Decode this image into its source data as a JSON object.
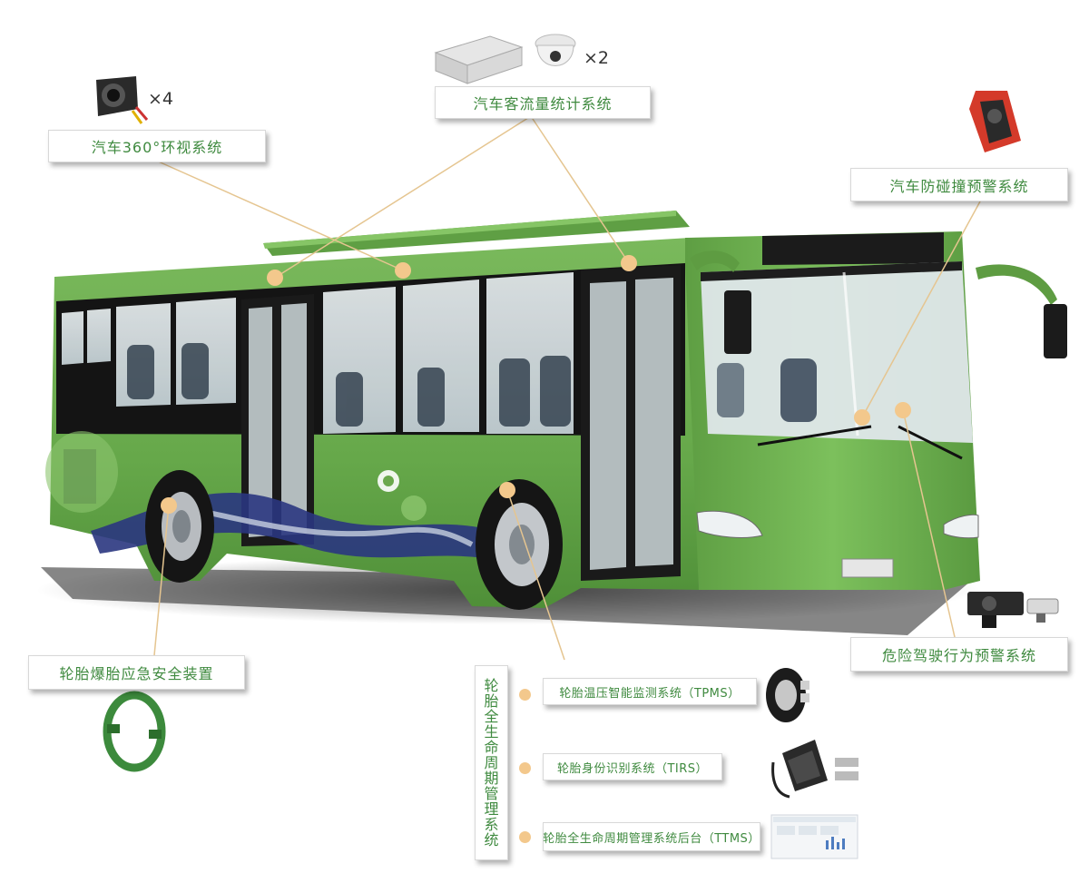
{
  "systems": {
    "surround_view": {
      "label": "汽车360°环视系统",
      "count": "×4"
    },
    "passenger_flow": {
      "label": "汽车客流量统计系统",
      "count": "×2"
    },
    "collision_warning": {
      "label": "汽车防碰撞预警系统"
    },
    "tire_safety": {
      "label": "轮胎爆胎应急安全装置"
    },
    "dangerous_driving": {
      "label": "危险驾驶行为预警系统"
    }
  },
  "tire_lifecycle": {
    "title_chars": [
      "轮",
      "胎",
      "全",
      "生",
      "命",
      "周",
      "期",
      "管",
      "理",
      "系",
      "统"
    ],
    "items": [
      {
        "label": "轮胎温压智能监测系统（TPMS）"
      },
      {
        "label": "轮胎身份识别系统（TIRS）"
      },
      {
        "label": "轮胎全生命周期管理系统后台（TTMS）"
      }
    ]
  },
  "colors": {
    "label_text": "#3f8a3f",
    "bus_body": "#6cad4f",
    "marker": "#f3c88c",
    "leader_line": "#e5c590"
  }
}
